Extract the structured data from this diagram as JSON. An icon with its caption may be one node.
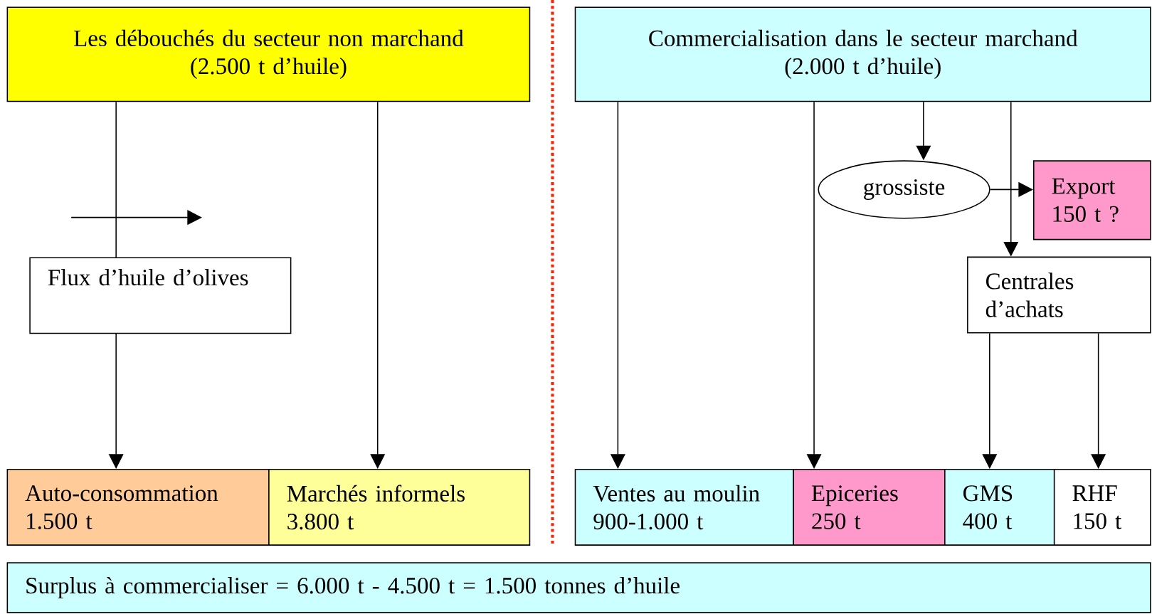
{
  "diagram": {
    "nodes": [
      {
        "text": [
          "Les débouchés du secteur non marchand",
          "(2.500 t d’huile)"
        ]
      },
      {
        "text": [
          "Commercialisation dans le secteur marchand",
          "(2.000 t d’huile)"
        ]
      },
      {
        "text": [
          "grossiste"
        ]
      },
      {
        "text": [
          "Export",
          "150 t ?"
        ]
      },
      {
        "text": [
          "Centrales d’achats"
        ]
      },
      {
        "text": [
          "Auto-consommation",
          "1.500 t"
        ]
      },
      {
        "text": [
          "Marchés informels",
          "3.800 t"
        ]
      },
      {
        "text": [
          "Ventes au moulin",
          "900-1.000 t"
        ]
      },
      {
        "text": [
          "Epiceries",
          "250 t"
        ]
      },
      {
        "text": [
          "GMS",
          "400 t"
        ]
      },
      {
        "text": [
          "RHF",
          "150 t"
        ]
      },
      {
        "text": [
          "Surplus à commercialiser = 6.000 t - 4.500 t = 1.500 tonnes d’huile"
        ]
      }
    ],
    "edges": [
      {
        "from": 0,
        "to": 5,
        "arrow": "to"
      },
      {
        "from": 0,
        "to": 6,
        "arrow": "to"
      },
      {
        "from": 1,
        "to": 7,
        "arrow": "to"
      },
      {
        "from": 1,
        "to": 8,
        "arrow": "to"
      },
      {
        "from": 1,
        "to": 2,
        "arrow": "to"
      },
      {
        "from": 2,
        "to": 3,
        "arrow": "to"
      },
      {
        "from": 1,
        "to": 4,
        "arrow": "to"
      },
      {
        "from": 4,
        "to": 9,
        "arrow": "to"
      },
      {
        "from": 4,
        "to": 10,
        "arrow": "to"
      }
    ],
    "legend": [
      {
        "text": "Flux d’huile d’olives"
      }
    ]
  }
}
